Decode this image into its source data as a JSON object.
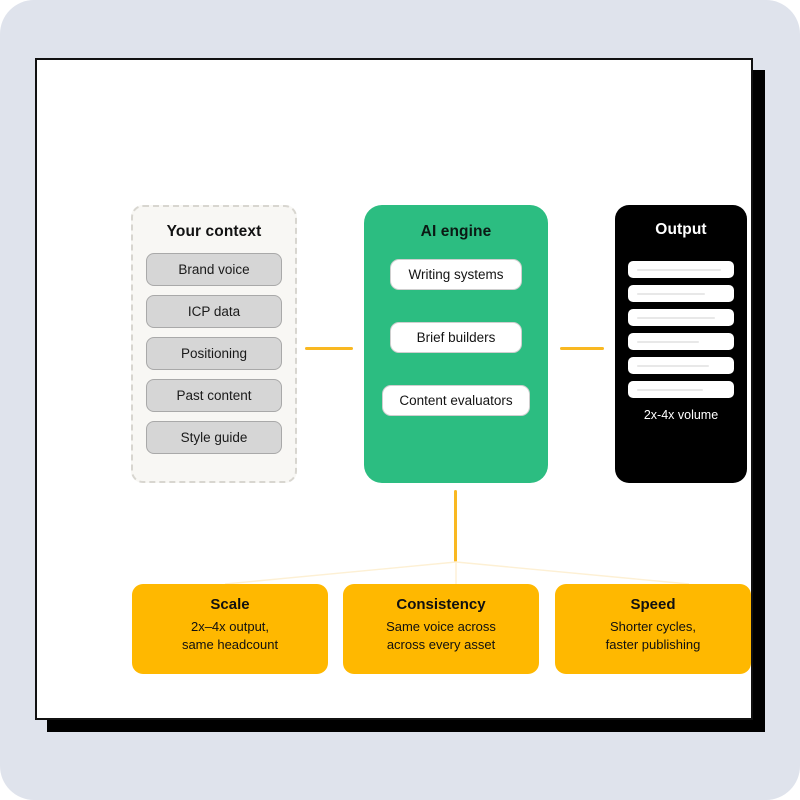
{
  "theme": {
    "page_background": "#dfe3ec",
    "board_background": "#ffffff",
    "accent_green": "#2cbd81",
    "accent_amber": "#ffb800",
    "connector_amber": "#f9b821",
    "output_black": "#000000",
    "context_panel_background": "#f8f7f4",
    "context_pill": "#d6d6d6",
    "text_dark": "#101010"
  },
  "context": {
    "title": "Your context",
    "items": [
      {
        "label": "Brand voice"
      },
      {
        "label": "ICP data"
      },
      {
        "label": "Positioning"
      },
      {
        "label": "Past content"
      },
      {
        "label": "Style guide"
      }
    ]
  },
  "engine": {
    "title": "AI engine",
    "items": [
      {
        "label": "Writing systems"
      },
      {
        "label": "Brief builders"
      },
      {
        "label": "Content evaluators"
      }
    ]
  },
  "output": {
    "title": "Output",
    "caption": "2x-4x volume",
    "rows": [
      {
        "line_width": 84
      },
      {
        "line_width": 68
      },
      {
        "line_width": 78
      },
      {
        "line_width": 62
      },
      {
        "line_width": 72
      },
      {
        "line_width": 66
      }
    ]
  },
  "benefits": [
    {
      "title": "Scale",
      "description": "2x–4x output,\nsame headcount"
    },
    {
      "title": "Consistency",
      "description": "Same voice across\nacross every asset"
    },
    {
      "title": "Speed",
      "description": "Shorter cycles,\nfaster publishing"
    }
  ]
}
